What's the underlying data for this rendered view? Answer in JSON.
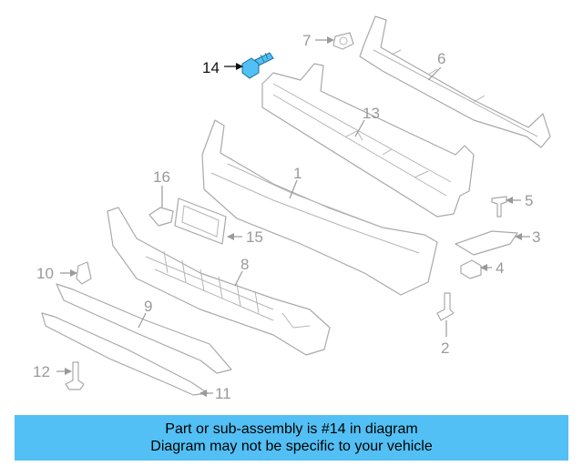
{
  "diagram": {
    "highlight_color": "#52c0f4",
    "selected_part": "14",
    "callouts": [
      {
        "id": "14",
        "label": "14"
      },
      {
        "id": "7",
        "label": "7"
      },
      {
        "id": "6",
        "label": "6"
      },
      {
        "id": "13",
        "label": "13"
      },
      {
        "id": "1",
        "label": "1"
      },
      {
        "id": "16",
        "label": "16"
      },
      {
        "id": "5",
        "label": "5"
      },
      {
        "id": "15",
        "label": "15"
      },
      {
        "id": "3",
        "label": "3"
      },
      {
        "id": "8",
        "label": "8"
      },
      {
        "id": "4",
        "label": "4"
      },
      {
        "id": "10",
        "label": "10"
      },
      {
        "id": "9",
        "label": "9"
      },
      {
        "id": "2",
        "label": "2"
      },
      {
        "id": "12",
        "label": "12"
      },
      {
        "id": "11",
        "label": "11"
      }
    ]
  },
  "caption": {
    "line1": "Part or sub-assembly is #14 in diagram",
    "line2": "Diagram may not be specific to your vehicle",
    "background": "#52c0f4"
  }
}
